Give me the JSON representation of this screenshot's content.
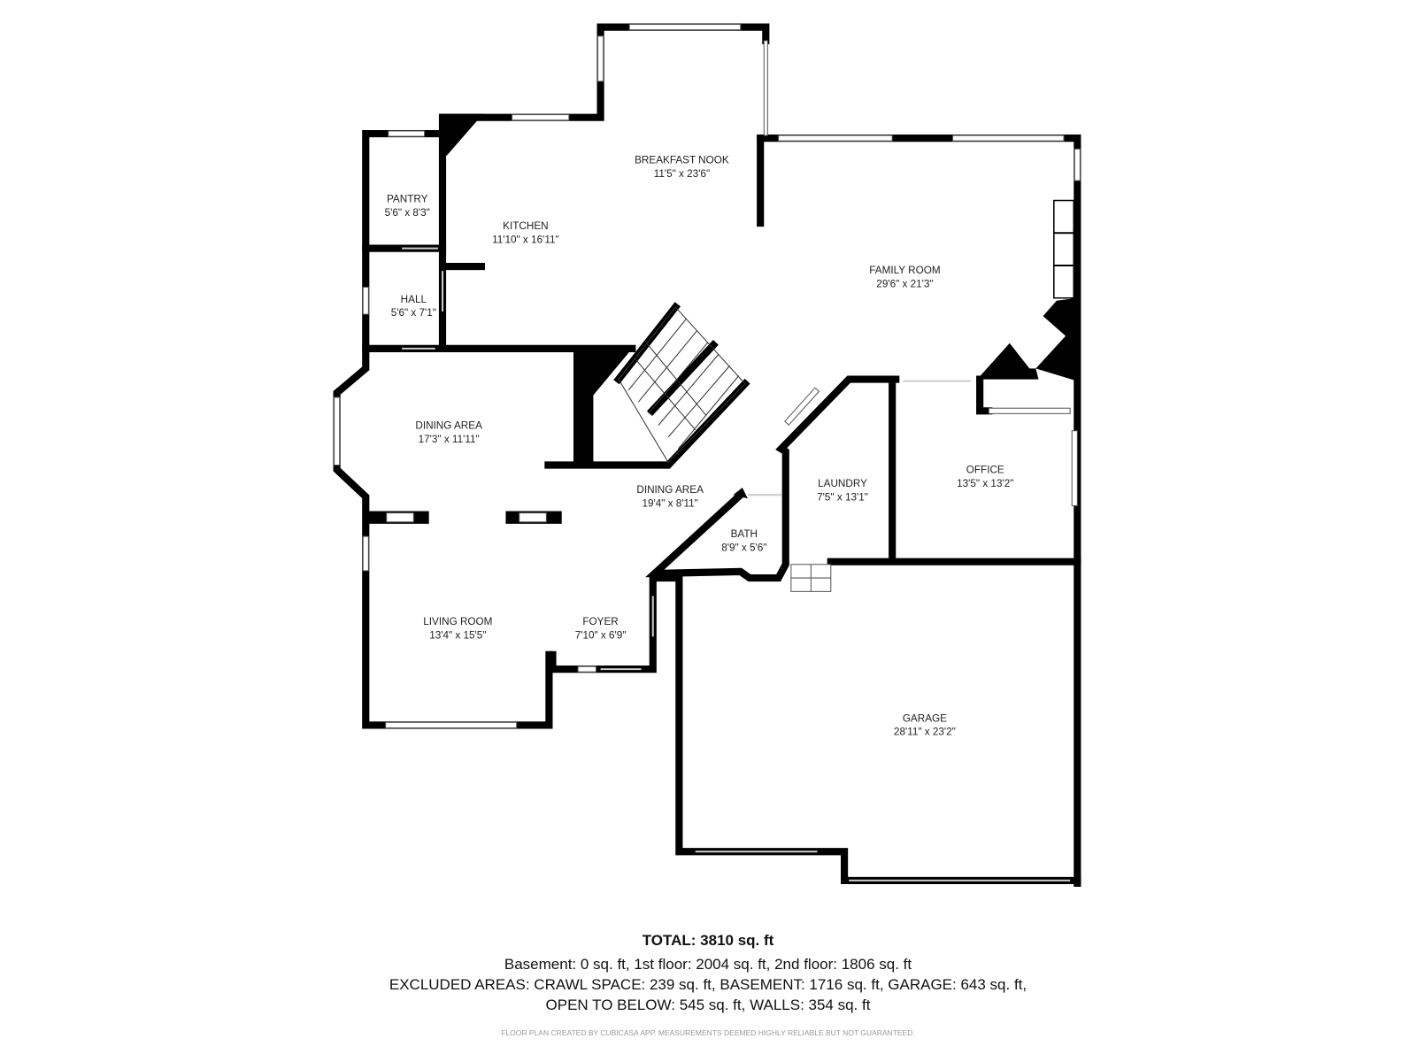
{
  "rooms": [
    {
      "name": "BREAKFAST NOOK",
      "size": "11'5\" x 23'6\""
    },
    {
      "name": "PANTRY",
      "size": "5'6\" x 8'3\""
    },
    {
      "name": "KITCHEN",
      "size": "11'10\" x 16'11\""
    },
    {
      "name": "FAMILY ROOM",
      "size": "29'6\" x 21'3\""
    },
    {
      "name": "HALL",
      "size": "5'6\" x 7'1\""
    },
    {
      "name": "DINING AREA",
      "size": "17'3\" x 11'11\""
    },
    {
      "name": "DINING AREA",
      "size": "19'4\" x 8'11\""
    },
    {
      "name": "LAUNDRY",
      "size": "7'5\" x 13'1\""
    },
    {
      "name": "OFFICE",
      "size": "13'5\" x 13'2\""
    },
    {
      "name": "BATH",
      "size": "8'9\" x 5'6\""
    },
    {
      "name": "LIVING ROOM",
      "size": "13'4\" x 15'5\""
    },
    {
      "name": "FOYER",
      "size": "7'10\" x 6'9\""
    },
    {
      "name": "GARAGE",
      "size": "28'11\" x 23'2\""
    }
  ],
  "summary": {
    "total": "TOTAL: 3810 sq. ft",
    "line1": "Basement: 0 sq. ft, 1st floor: 2004 sq. ft, 2nd floor: 1806 sq. ft",
    "line2": "EXCLUDED AREAS: CRAWL SPACE: 239 sq. ft, BASEMENT: 1716 sq. ft, GARAGE: 643 sq. ft,",
    "line3": "OPEN TO BELOW: 545 sq. ft, WALLS: 354 sq. ft",
    "credit": "FLOOR PLAN CREATED BY CUBICASA APP. MEASUREMENTS DEEMED HIGHLY RELIABLE BUT NOT GUARANTEED."
  }
}
